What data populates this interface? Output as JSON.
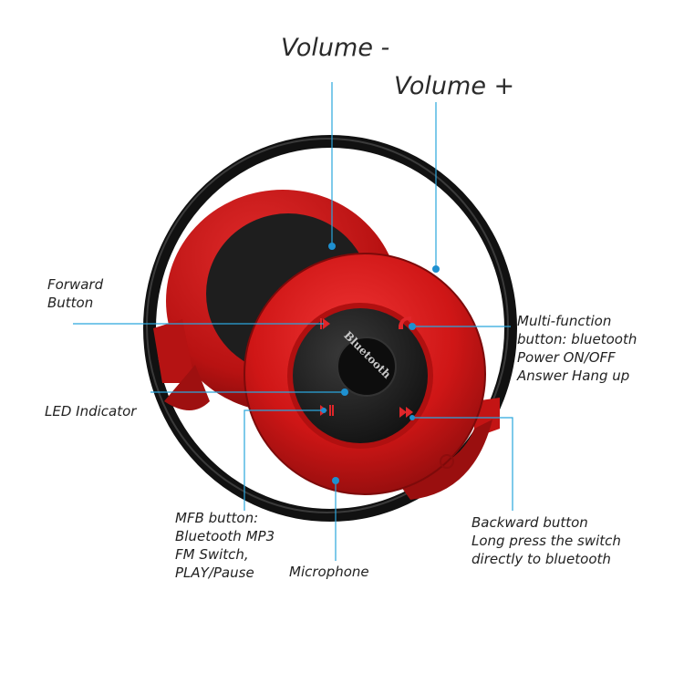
{
  "labels": {
    "volume_minus": "Volume -",
    "volume_plus": "Volume +",
    "forward": [
      "Forward",
      "Button"
    ],
    "multi_function": [
      "Multi-function",
      "button: bluetooth",
      "Power ON/OFF",
      "Answer Hang up"
    ],
    "led": "LED Indicator",
    "mfb": [
      "MFB button:",
      "Bluetooth MP3",
      "FM Switch,",
      "PLAY/Pause"
    ],
    "microphone": "Microphone",
    "backward": [
      "Backward button",
      "Long press the switch",
      "directly to bluetooth"
    ]
  },
  "device": {
    "logo_text": "Bluetooth"
  },
  "colors": {
    "body_red": "#d41717",
    "dark_red": "#8e0d0d",
    "face_black": "#1c1c1c",
    "band_black": "#111111",
    "callout_line": "#2aa6dd",
    "callout_dot": "#1e90d0",
    "icon_red": "#e0262a"
  }
}
